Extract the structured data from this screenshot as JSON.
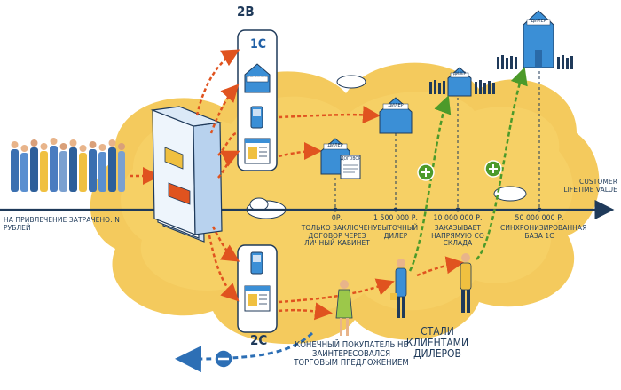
{
  "labels": {
    "segment_b2b": "2B",
    "segment_b2c": "2C",
    "onec_logo": "1C",
    "warehouse_sign": "склад",
    "dealer_sign": "дилер",
    "contract_sign": "договор",
    "acquisition": "На привлечение затрачено: N рублей",
    "clv": "Customer Lifetime Value",
    "became_clients": "Стали клиентами дилеров",
    "buyer_not_interested": "Конечный покупатель не заинтересовался торговым предложением"
  },
  "milestones": [
    {
      "value": "0р.",
      "caption": "только заключен договор через личный кабинет"
    },
    {
      "value": "1 500 000 р.",
      "caption": "убыточный дилер"
    },
    {
      "value": "10 000 000 р.",
      "caption": "заказывает напрямую со склада"
    },
    {
      "value": "50 000 000 р.",
      "caption": "синхронизированная база 1С"
    }
  ],
  "colors": {
    "cloud": "#f3c64f",
    "timeline": "#1f3a5a",
    "arrow_orange": "#e0531f",
    "arrow_green": "#4c9a2a",
    "arrow_blue": "#2d6fb5",
    "house_blue": "#3b8fd6"
  }
}
